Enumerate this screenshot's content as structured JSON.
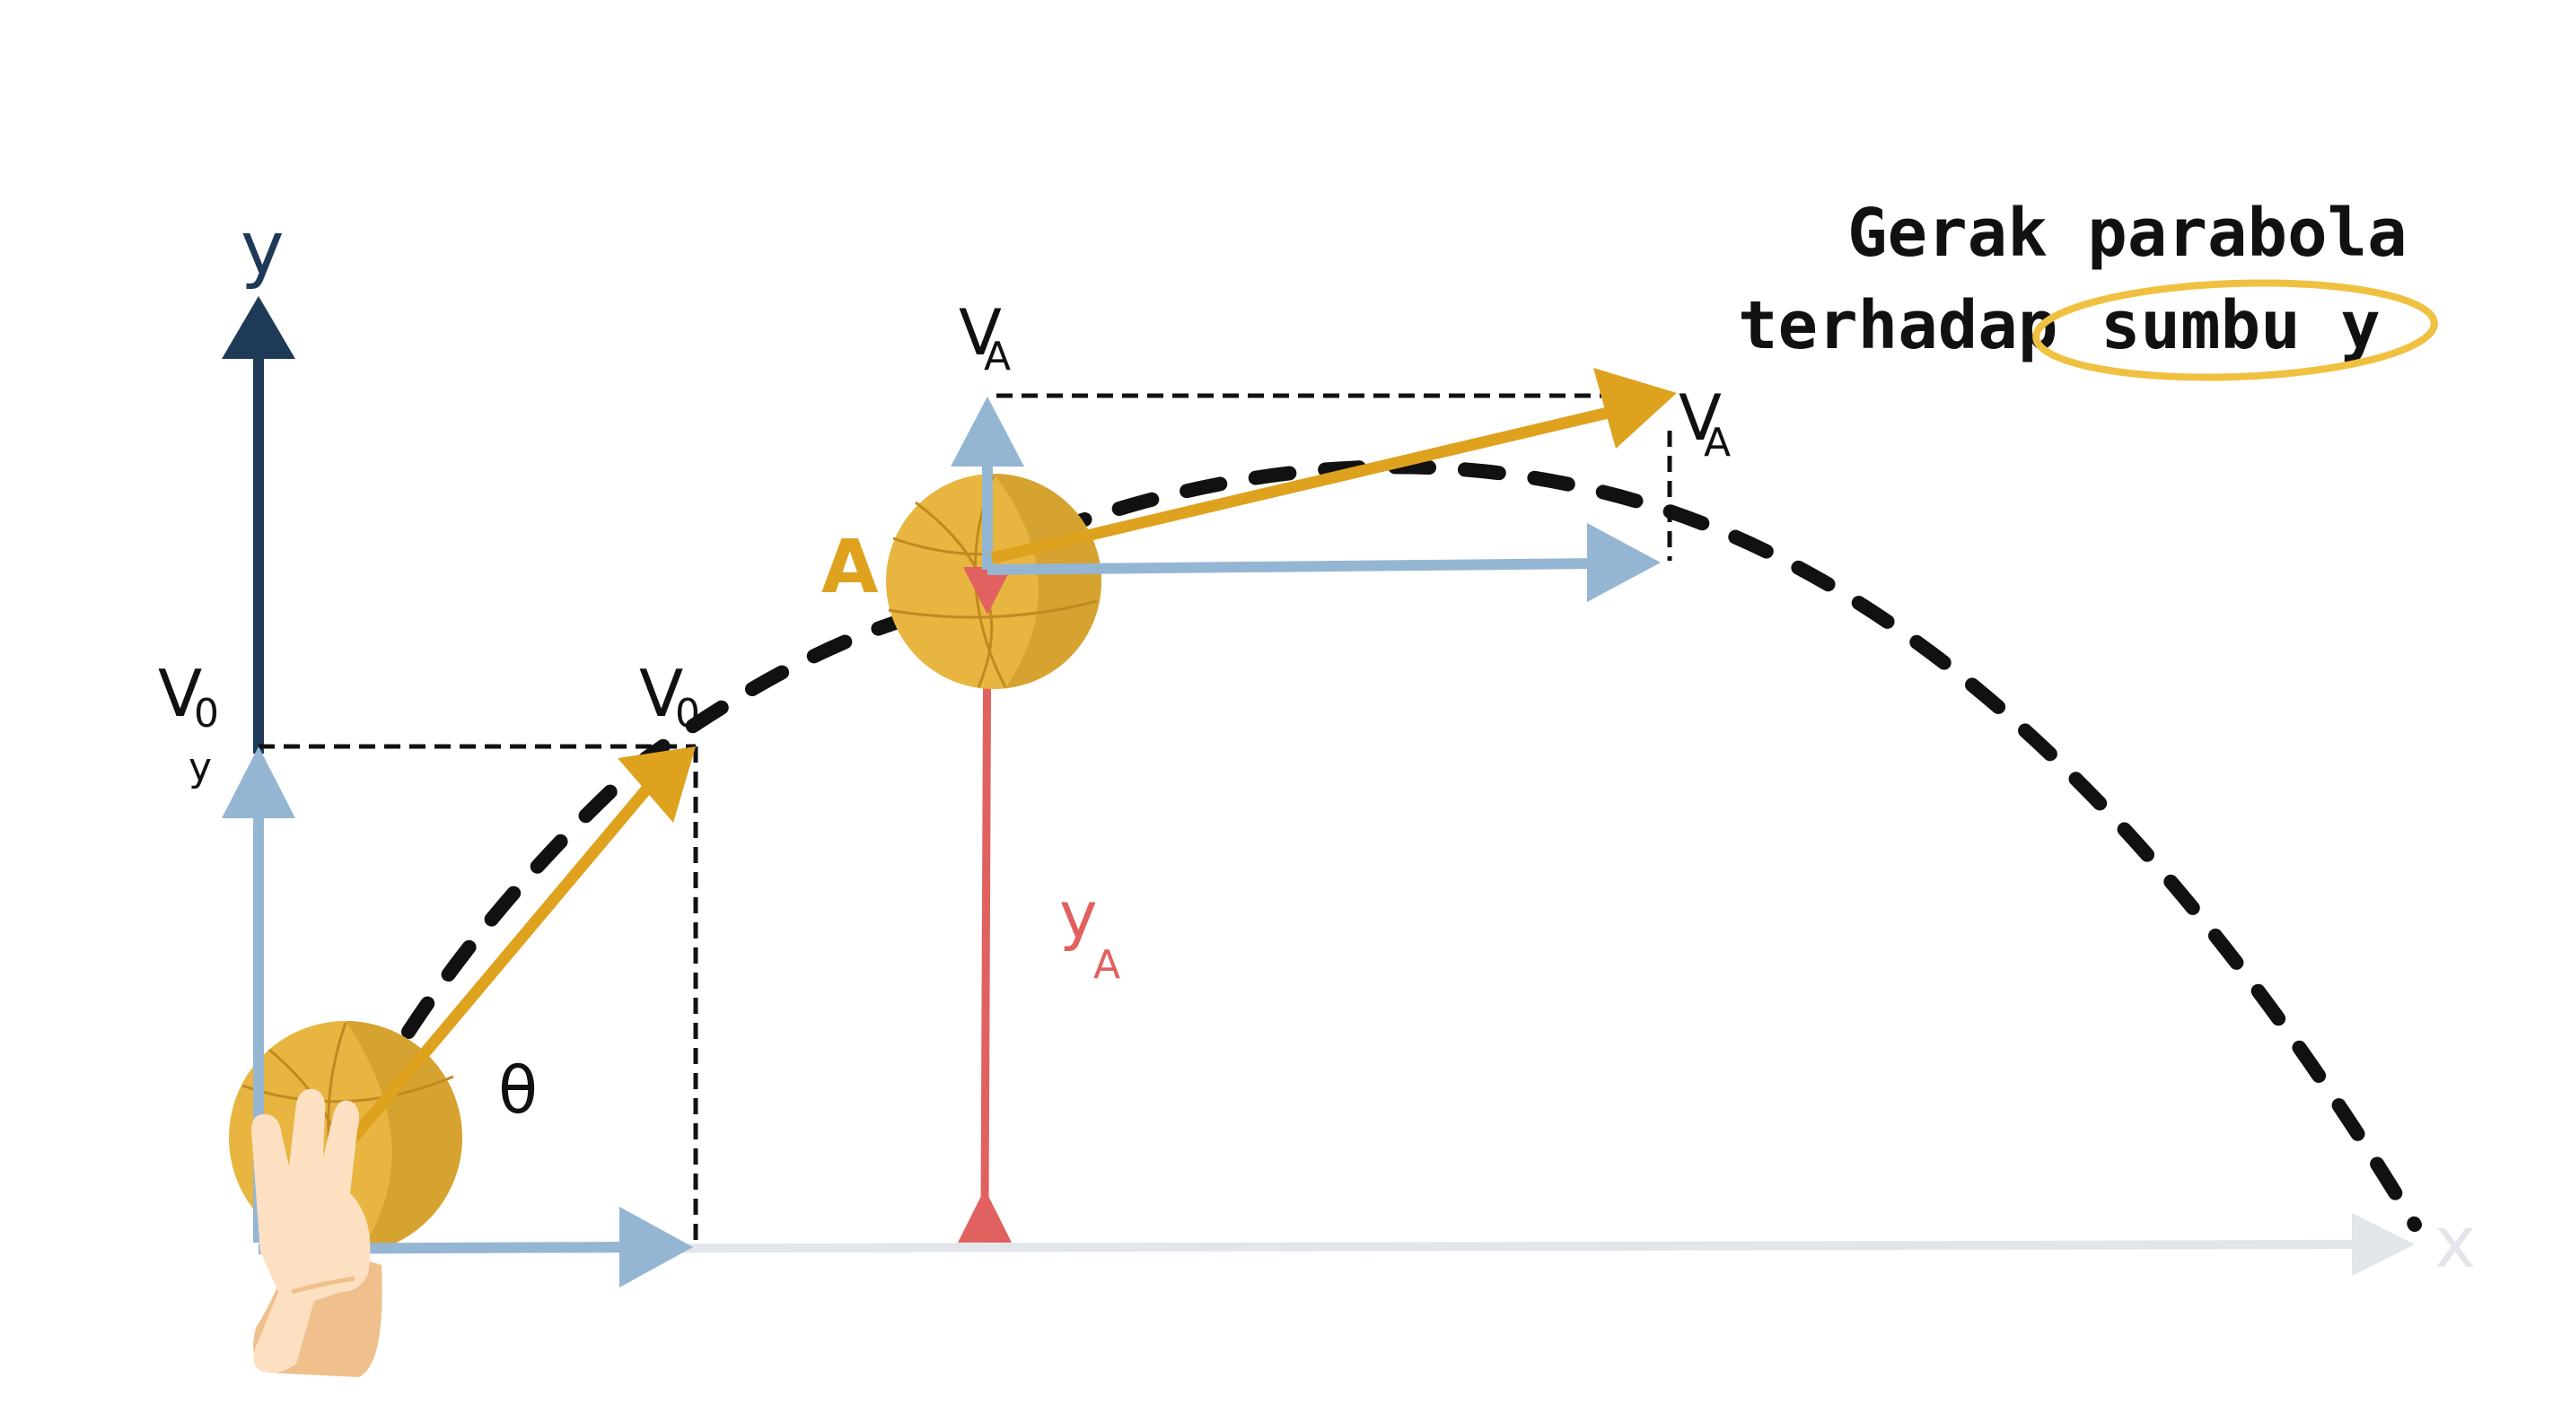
{
  "colors": {
    "axis_y": "#1f3a57",
    "axis_x": "#e2e5e9",
    "component_blue": "#95b6d3",
    "velocity_gold": "#dea21e",
    "height_red": "#e0615f",
    "ball": "#e8b640",
    "ball_shade": "#cf9a2a",
    "skin": "#fde0c2",
    "skin_shade": "#efc08c",
    "trajectory": "#111111",
    "highlight": "#f0c040"
  },
  "labels": {
    "axis_y": "y",
    "axis_x": "x",
    "v0": "V",
    "v0_sub": "0",
    "v0y_main": "V",
    "v0y_sub": "0",
    "v0y_sub2": "y",
    "theta": "θ",
    "point_a": "A",
    "va_top": "V",
    "va_top_sub": "A",
    "va_right": "V",
    "va_right_sub": "A",
    "ya": "y",
    "ya_sub": "A"
  },
  "title": {
    "line1": "Gerak parabola",
    "line2_prefix": "terhadap ",
    "line2_highlight": "sumbu y"
  },
  "icons": {
    "ball": "basketball-icon",
    "hand": "hand-icon"
  }
}
